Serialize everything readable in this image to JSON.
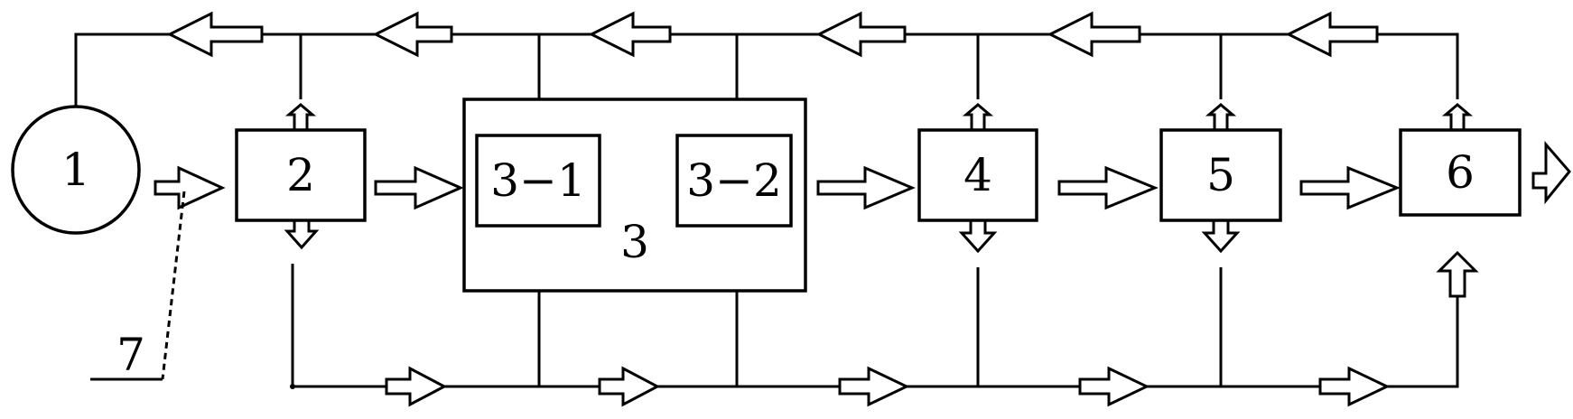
{
  "diagram": {
    "source_label": "1",
    "feed_label": "7",
    "group_label": "3",
    "blocks": [
      {
        "id": "2",
        "label": "2"
      },
      {
        "id": "3-1",
        "label": "3−1"
      },
      {
        "id": "3-2",
        "label": "3−2"
      },
      {
        "id": "4",
        "label": "4"
      },
      {
        "id": "5",
        "label": "5"
      },
      {
        "id": "6",
        "label": "6"
      }
    ]
  }
}
